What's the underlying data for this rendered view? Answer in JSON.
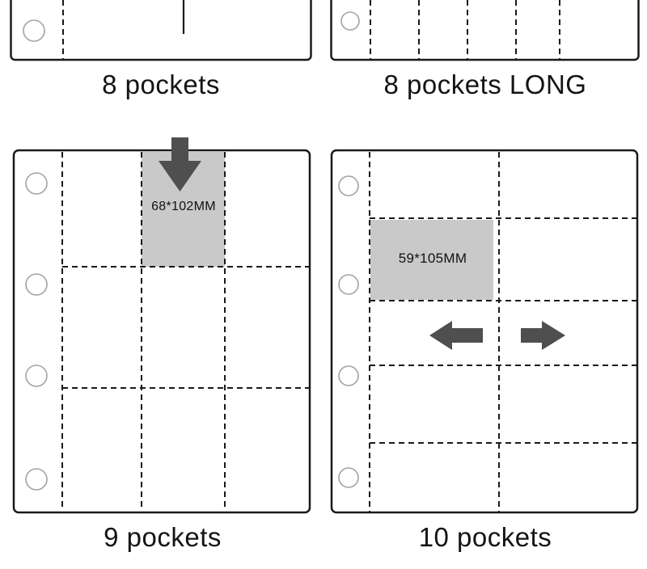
{
  "pages": {
    "eight": {
      "label": "8 pockets"
    },
    "eight_long": {
      "label": "8 pockets LONG"
    },
    "nine": {
      "label": "9 pockets",
      "card_size": "68*102MM"
    },
    "ten": {
      "label": "10 pockets",
      "card_size": "59*105MM"
    }
  },
  "colors": {
    "card": "#c9c9c9",
    "arrow": "#4f4f4f",
    "line": "#1a1a1a",
    "hole": "#a3a3a3"
  }
}
